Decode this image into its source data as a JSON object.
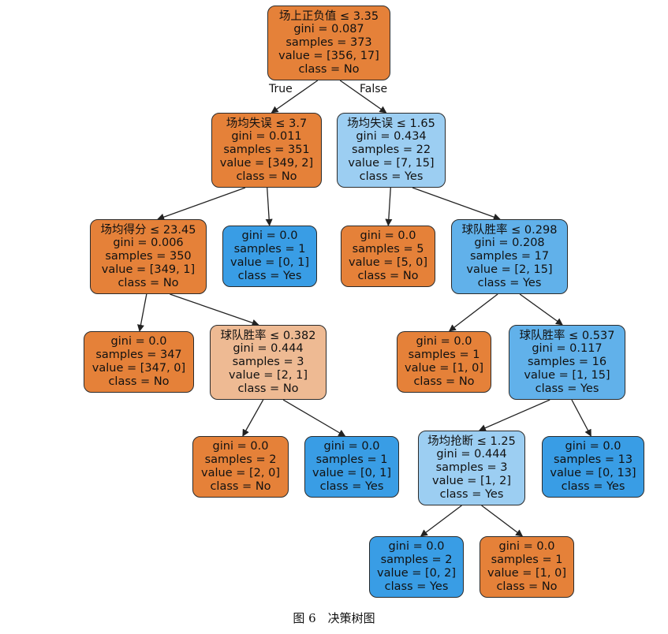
{
  "colors": {
    "orange_dark": "#e58139",
    "orange_light": "#eeba93",
    "blue_dark": "#399de5",
    "blue_mid": "#61b1ea",
    "blue_light": "#9ccef2",
    "edge": "#222222"
  },
  "edge_labels": {
    "true": "True",
    "false": "False"
  },
  "nodes": [
    {
      "id": "n0",
      "lines": [
        "场上正负值 ≤ 3.35",
        "gini = 0.087",
        "samples = 373",
        "value = [356, 17]",
        "class = No"
      ],
      "color": "orange_dark"
    },
    {
      "id": "n1",
      "lines": [
        "场均失误 ≤ 3.7",
        "gini = 0.011",
        "samples = 351",
        "value = [349, 2]",
        "class = No"
      ],
      "color": "orange_dark"
    },
    {
      "id": "n2",
      "lines": [
        "场均失误 ≤ 1.65",
        "gini = 0.434",
        "samples = 22",
        "value = [7, 15]",
        "class = Yes"
      ],
      "color": "blue_light"
    },
    {
      "id": "n3",
      "lines": [
        "场均得分 ≤ 23.45",
        "gini = 0.006",
        "samples = 350",
        "value = [349, 1]",
        "class = No"
      ],
      "color": "orange_dark"
    },
    {
      "id": "n4",
      "lines": [
        "gini = 0.0",
        "samples = 1",
        "value = [0, 1]",
        "class = Yes"
      ],
      "color": "blue_dark"
    },
    {
      "id": "n5",
      "lines": [
        "gini = 0.0",
        "samples = 5",
        "value = [5, 0]",
        "class = No"
      ],
      "color": "orange_dark"
    },
    {
      "id": "n6",
      "lines": [
        "球队胜率 ≤ 0.298",
        "gini = 0.208",
        "samples = 17",
        "value = [2, 15]",
        "class = Yes"
      ],
      "color": "blue_mid"
    },
    {
      "id": "n7",
      "lines": [
        "gini = 0.0",
        "samples = 347",
        "value = [347, 0]",
        "class = No"
      ],
      "color": "orange_dark"
    },
    {
      "id": "n8",
      "lines": [
        "球队胜率 ≤ 0.382",
        "gini = 0.444",
        "samples = 3",
        "value = [2, 1]",
        "class = No"
      ],
      "color": "orange_light"
    },
    {
      "id": "n9",
      "lines": [
        "gini = 0.0",
        "samples = 1",
        "value = [1, 0]",
        "class = No"
      ],
      "color": "orange_dark"
    },
    {
      "id": "n10",
      "lines": [
        "球队胜率 ≤ 0.537",
        "gini = 0.117",
        "samples = 16",
        "value = [1, 15]",
        "class = Yes"
      ],
      "color": "blue_mid"
    },
    {
      "id": "n11",
      "lines": [
        "gini = 0.0",
        "samples = 2",
        "value = [2, 0]",
        "class = No"
      ],
      "color": "orange_dark"
    },
    {
      "id": "n12",
      "lines": [
        "gini = 0.0",
        "samples = 1",
        "value = [0, 1]",
        "class = Yes"
      ],
      "color": "blue_dark"
    },
    {
      "id": "n13",
      "lines": [
        "场均抢断 ≤ 1.25",
        "gini = 0.444",
        "samples = 3",
        "value = [1, 2]",
        "class = Yes"
      ],
      "color": "blue_light"
    },
    {
      "id": "n14",
      "lines": [
        "gini = 0.0",
        "samples = 13",
        "value = [0, 13]",
        "class = Yes"
      ],
      "color": "blue_dark"
    },
    {
      "id": "n15",
      "lines": [
        "gini = 0.0",
        "samples = 2",
        "value = [0, 2]",
        "class = Yes"
      ],
      "color": "blue_dark"
    },
    {
      "id": "n16",
      "lines": [
        "gini = 0.0",
        "samples = 1",
        "value = [1, 0]",
        "class = No"
      ],
      "color": "orange_dark"
    }
  ],
  "edges": [
    [
      "n0",
      "n1"
    ],
    [
      "n0",
      "n2"
    ],
    [
      "n1",
      "n3"
    ],
    [
      "n1",
      "n4"
    ],
    [
      "n2",
      "n5"
    ],
    [
      "n2",
      "n6"
    ],
    [
      "n3",
      "n7"
    ],
    [
      "n3",
      "n8"
    ],
    [
      "n6",
      "n9"
    ],
    [
      "n6",
      "n10"
    ],
    [
      "n8",
      "n11"
    ],
    [
      "n8",
      "n12"
    ],
    [
      "n10",
      "n13"
    ],
    [
      "n10",
      "n14"
    ],
    [
      "n13",
      "n15"
    ],
    [
      "n13",
      "n16"
    ]
  ],
  "caption": "图 6　决策树图"
}
